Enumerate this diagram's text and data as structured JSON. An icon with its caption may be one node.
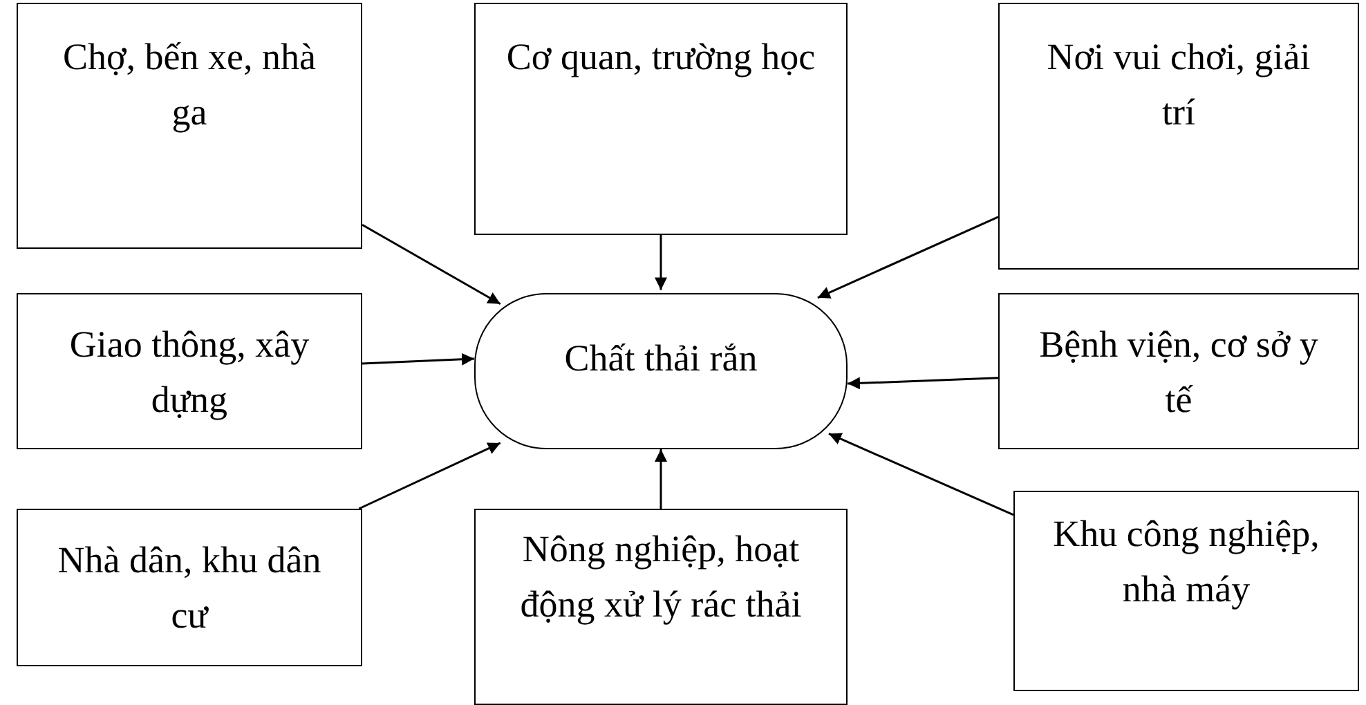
{
  "diagram": {
    "nodes": [
      {
        "text": [
          "Chợ, bến xe, nhà ga"
        ]
      },
      {
        "text": [
          "Cơ quan, trường học"
        ]
      },
      {
        "text": [
          "Nơi vui chơi, giải trí"
        ]
      },
      {
        "text": [
          "Giao thông, xây dựng"
        ]
      },
      {
        "text": [
          "Chất thải rắn"
        ]
      },
      {
        "text": [
          "Bệnh viện, cơ sở y tế"
        ]
      },
      {
        "text": [
          "Nhà dân, khu dân cư"
        ]
      },
      {
        "text": [
          "Nông nghiệp, hoạt động xử lý rác thải"
        ]
      },
      {
        "text": [
          "Khu công nghiệp, nhà máy"
        ]
      }
    ],
    "edges": [
      {
        "from": 0,
        "to": 4,
        "arrow": "to"
      },
      {
        "from": 1,
        "to": 4,
        "arrow": "to"
      },
      {
        "from": 2,
        "to": 4,
        "arrow": "to"
      },
      {
        "from": 3,
        "to": 4,
        "arrow": "to"
      },
      {
        "from": 5,
        "to": 4,
        "arrow": "to"
      },
      {
        "from": 6,
        "to": 4,
        "arrow": "to"
      },
      {
        "from": 7,
        "to": 4,
        "arrow": "to"
      },
      {
        "from": 8,
        "to": 4,
        "arrow": "to"
      }
    ]
  }
}
